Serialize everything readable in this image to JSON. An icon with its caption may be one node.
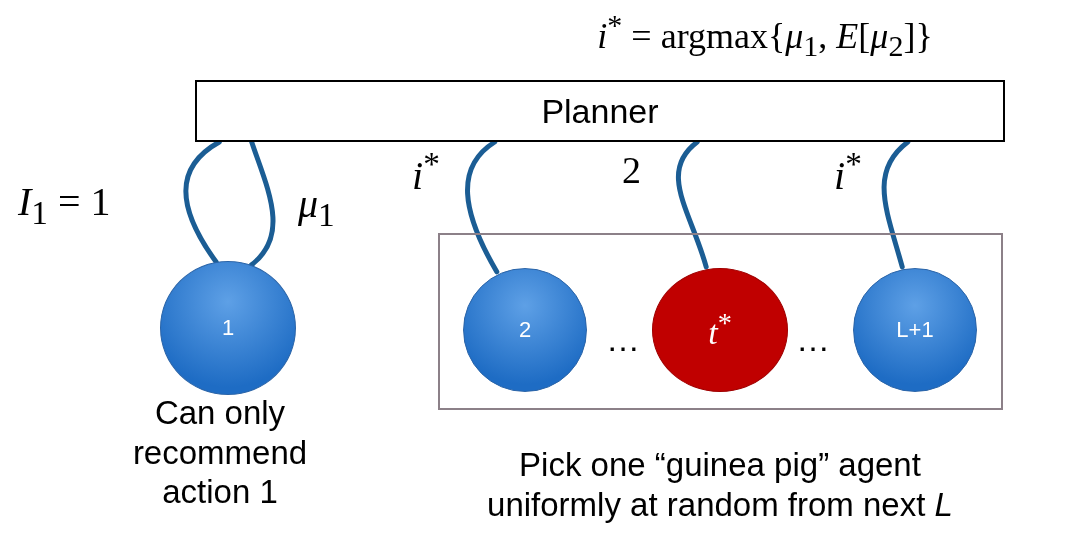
{
  "diagram": {
    "title": "*i*$^{*}$ = argmax{*μ*$_{1}$, *E*[*μ*$_{2}$]}",
    "nodes": [
      {
        "text": [
          "Planner"
        ]
      },
      {
        "text": [
          "1"
        ],
        "beside": [
          "Can only recommend action 1"
        ]
      },
      {
        "text": [],
        "shape": "box",
        "beside": [
          "Pick one “guinea pig” agent uniformly at random from next *L*"
        ]
      },
      {
        "text": [
          "2"
        ],
        "in": 2
      },
      {
        "text": [
          "*t*$^{*}$"
        ],
        "in": 2
      },
      {
        "text": [
          "L+1"
        ],
        "in": 2
      }
    ],
    "edges": [
      {
        "from": 0,
        "to": 1,
        "arrow": "none",
        "label": "*I*$_{1}$ = 1"
      },
      {
        "from": 1,
        "to": 0,
        "arrow": "none",
        "label": "*μ*$_{1}$"
      },
      {
        "from": 0,
        "to": 3,
        "arrow": "none",
        "label": "*i*$^{*}$"
      },
      {
        "from": 0,
        "to": 4,
        "arrow": "none",
        "label": "2"
      },
      {
        "from": 0,
        "to": 5,
        "arrow": "none",
        "label": "*i*$^{*}$"
      }
    ],
    "labels": [
      "…",
      "…"
    ]
  }
}
